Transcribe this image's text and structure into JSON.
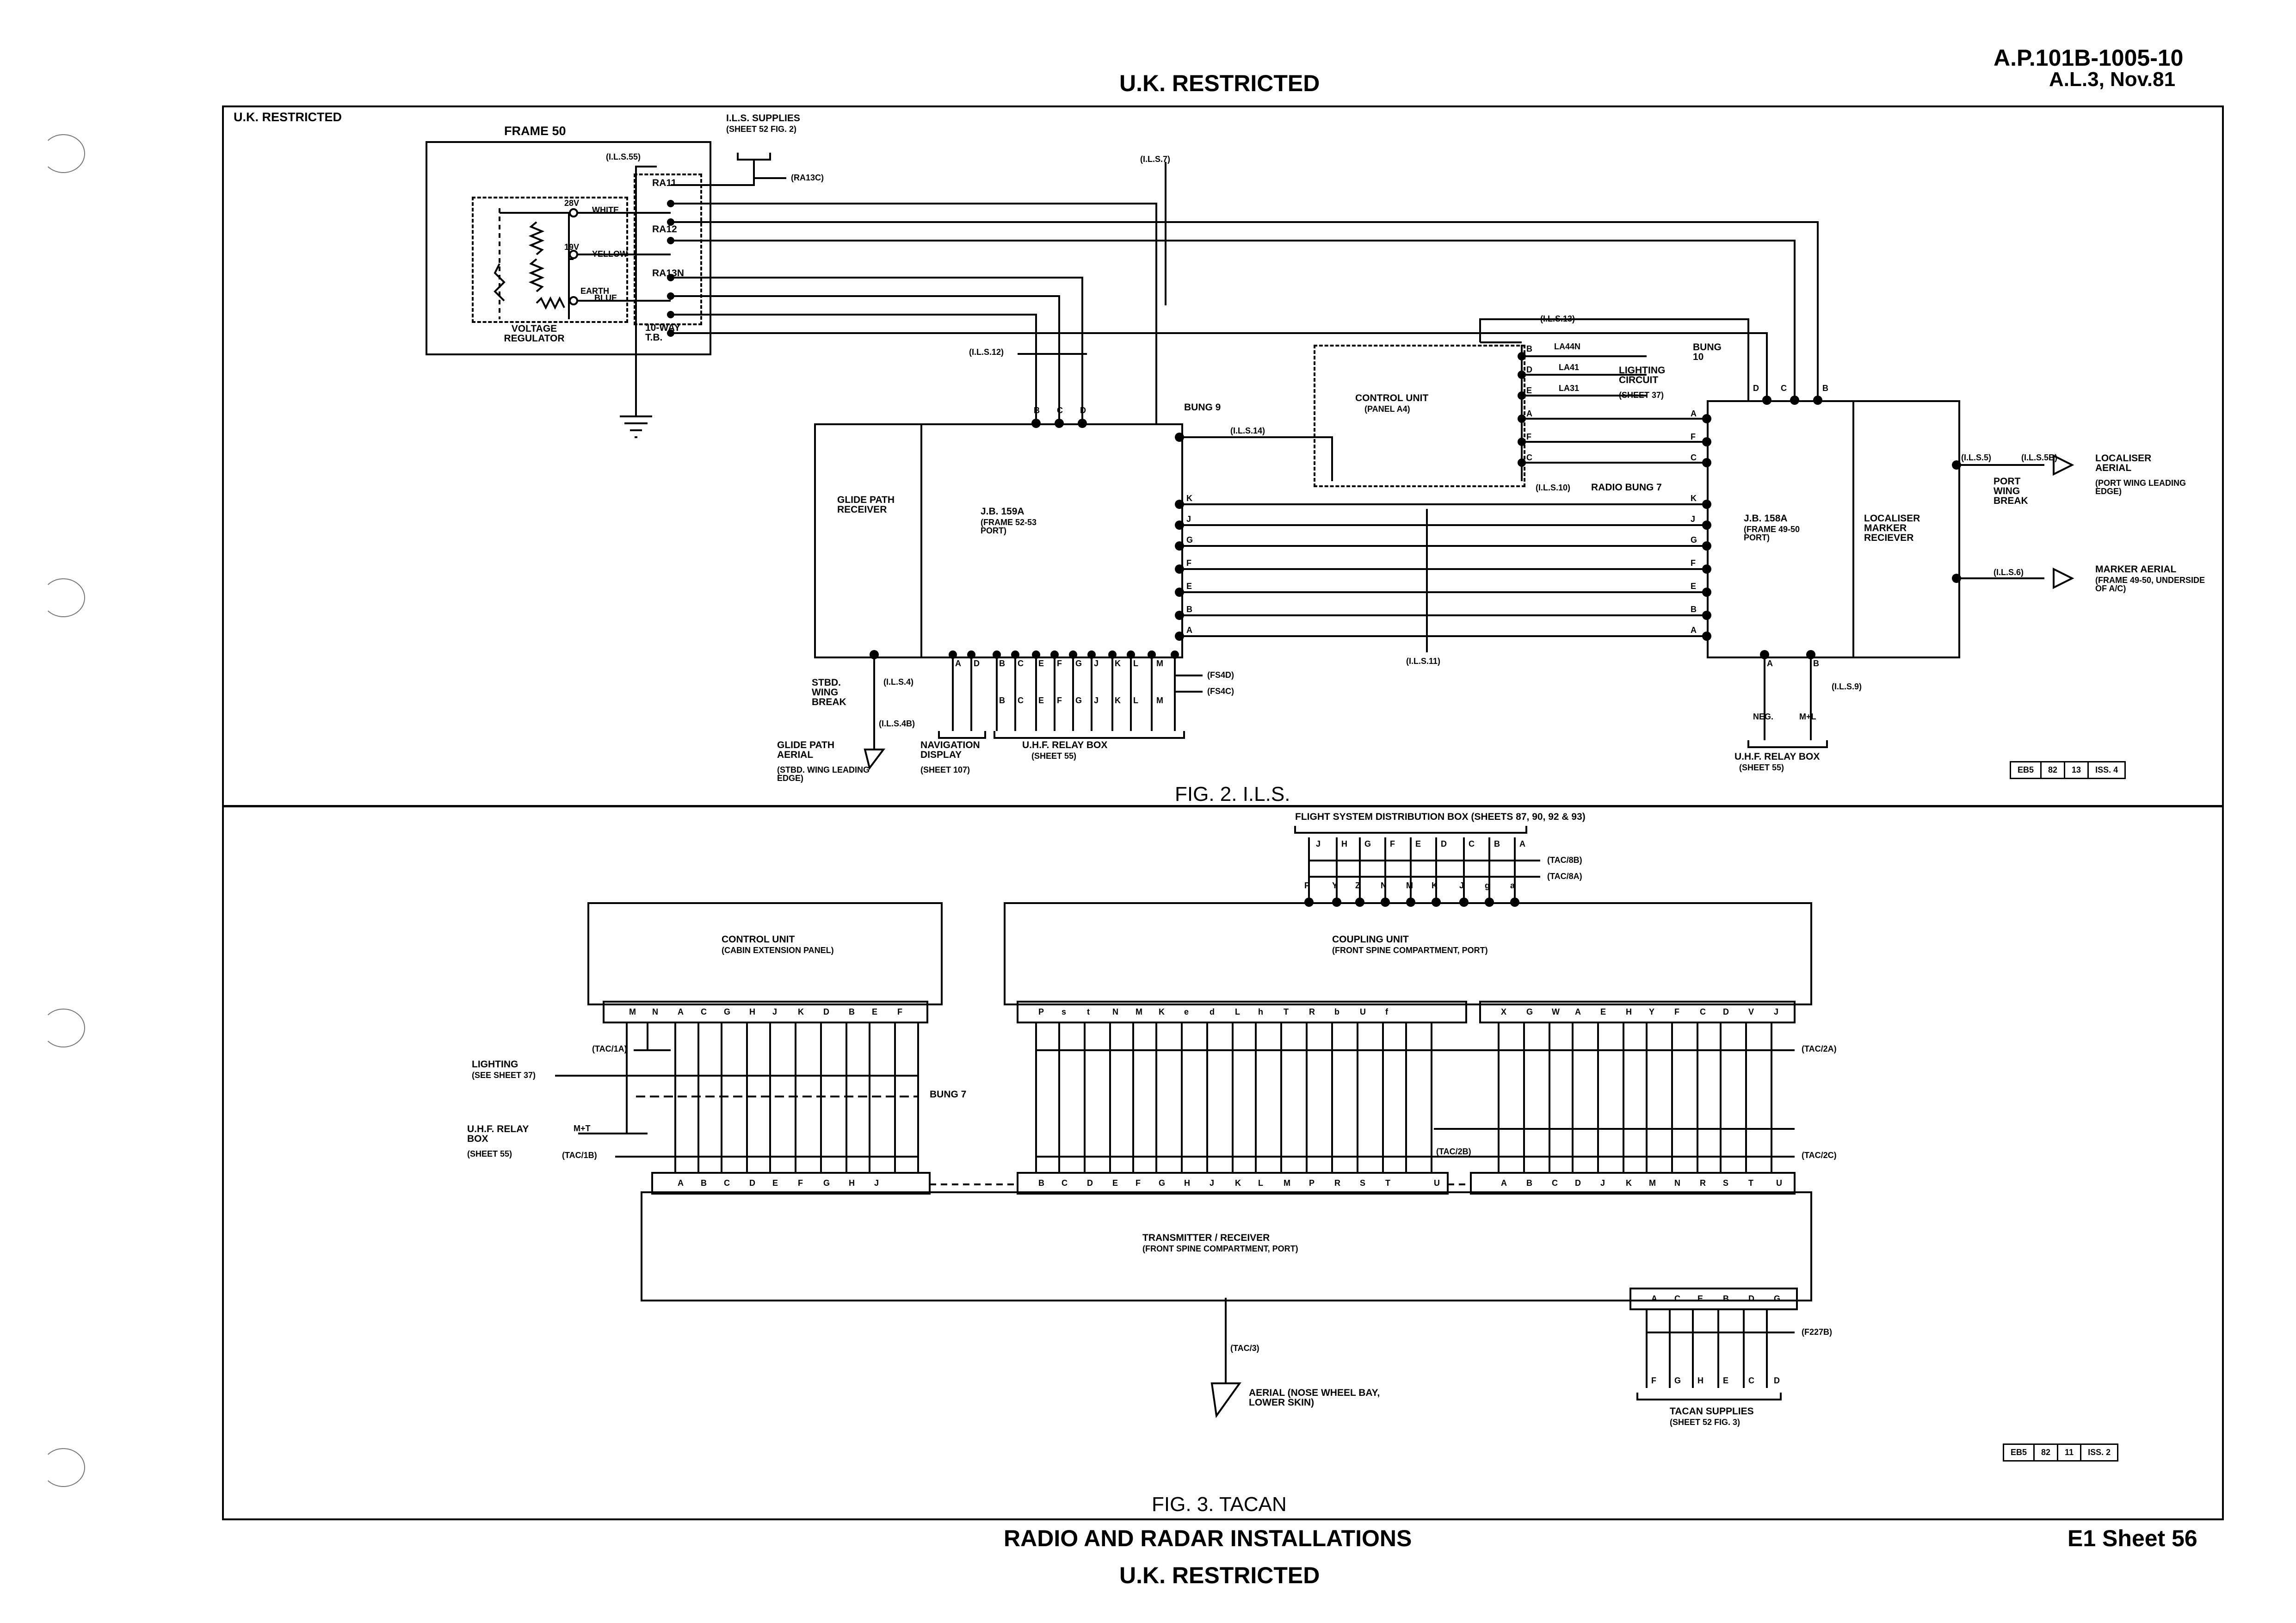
{
  "header": {
    "security_top": "U.K. RESTRICTED",
    "doc_ref": "A.P.101B-1005-10",
    "amendment": "A.L.3, Nov.81",
    "frame_marking": "U.K. RESTRICTED"
  },
  "fig2": {
    "caption": "FIG. 2. I.L.S.",
    "frame50": "FRAME 50",
    "ils_supplies": "I.L.S. SUPPLIES",
    "ils_supplies_ref": "(SHEET 52 FIG. 2)",
    "ra13c": "(RA13C)",
    "ils55": "(I.L.S.55)",
    "ils7": "(I.L.S.7)",
    "ra11": "RA11",
    "ra12": "RA12",
    "ra13n": "RA13N",
    "v28": "28V",
    "v19": "19V",
    "white": "WHITE",
    "yellow": "YELLOW",
    "earth": "EARTH",
    "blue": "BLUE",
    "voltage_regulator": "VOLTAGE REGULATOR",
    "tb": "10-WAY T.B.",
    "ils12": "(I.L.S.12)",
    "ils13": "(I.L.S.13)",
    "ils14": "(I.L.S.14)",
    "ils10": "(I.L.S.10)",
    "ils11": "(I.L.S.11)",
    "ils5": "(I.L.S.5)",
    "ils5b": "(I.L.S.5B)",
    "ils6": "(I.L.S.6)",
    "ils9": "(I.L.S.9)",
    "ils4": "(I.L.S.4)",
    "ils4b": "(I.L.S.4B)",
    "bung9": "BUNG 9",
    "bung10": "BUNG 10",
    "radio_bung7": "RADIO BUNG 7",
    "control_unit": "CONTROL UNIT",
    "control_unit_sub": "(PANEL A4)",
    "la44n": "LA44N",
    "la41": "LA41",
    "la31": "LA31",
    "lighting_circuit": "LIGHTING CIRCUIT",
    "lighting_circuit_ref": "(SHEET 37)",
    "gpr": "GLIDE PATH RECEIVER",
    "jb159a": "J.B. 159A",
    "jb159a_sub": "(FRAME 52-53 PORT)",
    "jb158a": "J.B. 158A",
    "jb158a_sub": "(FRAME 49-50 PORT)",
    "lmr": "LOCALISER MARKER RECIEVER",
    "loc_aerial": "LOCALISER AERIAL",
    "loc_aerial_sub": "(PORT WING LEADING EDGE)",
    "port_wing_break": "PORT WING BREAK",
    "marker_aerial": "MARKER AERIAL",
    "marker_aerial_sub": "(FRAME 49-50, UNDERSIDE OF A/C)",
    "stbd_wing_break": "STBD. WING BREAK",
    "gp_aerial": "GLIDE PATH AERIAL",
    "gp_aerial_sub": "(STBD. WING LEADING EDGE)",
    "nav_display": "NAVIGATION DISPLAY",
    "nav_display_ref": "(SHEET 107)",
    "uhf_relay_box": "U.H.F. RELAY BOX",
    "uhf_relay_ref": "(SHEET 55)",
    "fs4d": "(FS4D)",
    "fs4c": "(FS4C)",
    "neg": "NEG.",
    "m_plus_l": "M+L",
    "uhf_relay_box_2": "U.H.F. RELAY BOX",
    "uhf_relay_ref_2": "(SHEET 55)",
    "jb159_top_pins": [
      "B",
      "C",
      "D"
    ],
    "jb158_top_pins": [
      "D",
      "C",
      "B"
    ],
    "cu_pins": [
      "B",
      "D",
      "E",
      "A",
      "F",
      "C"
    ],
    "bus_pins": [
      "K",
      "J",
      "G",
      "F",
      "E",
      "B",
      "A"
    ],
    "jb159_bottom_pins": [
      "A",
      "D",
      "B",
      "C",
      "E",
      "F",
      "G",
      "J",
      "K",
      "L",
      "M"
    ],
    "uhf_pins": [
      "B",
      "C",
      "E",
      "F",
      "G",
      "J",
      "K",
      "L",
      "M"
    ],
    "jb158_bottom_pins": [
      "A",
      "B"
    ],
    "ref_box": [
      "EB5",
      "82",
      "13",
      "ISS. 4"
    ]
  },
  "fig3": {
    "caption": "FIG. 3. TACAN",
    "fsdb": "FLIGHT SYSTEM DISTRIBUTION BOX (SHEETS 87, 90, 92 & 93)",
    "fsdb_top_pins": [
      "J",
      "H",
      "G",
      "F",
      "E",
      "D",
      "C",
      "B",
      "A"
    ],
    "fsdb_bottom_pins": [
      "P",
      "Y",
      "Z",
      "N",
      "M",
      "K",
      "J",
      "g",
      "a"
    ],
    "tac8b": "(TAC/8B)",
    "tac8a": "(TAC/8A)",
    "control_unit": "CONTROL UNIT",
    "control_unit_sub": "(CABIN EXTENSION PANEL)",
    "coupling_unit": "COUPLING UNIT",
    "coupling_unit_sub": "(FRONT SPINE COMPARTMENT, PORT)",
    "cu_top_pins": [
      "M",
      "N",
      "A",
      "C",
      "G",
      "H",
      "J",
      "K",
      "D",
      "B",
      "E",
      "F"
    ],
    "cp_top_pins_1": [
      "P",
      "s",
      "t",
      "N",
      "M",
      "K",
      "e",
      "d",
      "L",
      "h",
      "T",
      "R",
      "b",
      "U",
      "f"
    ],
    "cp_top_pins_2": [
      "X",
      "G",
      "W",
      "A",
      "E",
      "H",
      "Y",
      "F",
      "C",
      "D",
      "V",
      "J"
    ],
    "tac1a": "(TAC/1A)",
    "tac1b": "(TAC/1B)",
    "tac2a": "(TAC/2A)",
    "tac2b": "(TAC/2B)",
    "tac2c": "(TAC/2C)",
    "lighting": "LIGHTING",
    "lighting_ref": "(SEE SHEET 37)",
    "uhf_relay_box": "U.H.F. RELAY BOX",
    "uhf_relay_ref": "(SHEET 55)",
    "m_plus_t": "M+T",
    "bung7": "BUNG 7",
    "tr_pins_1": [
      "A",
      "B",
      "C",
      "D",
      "E",
      "F",
      "G",
      "H",
      "J"
    ],
    "tr_pins_2": [
      "B",
      "C",
      "D",
      "E",
      "F",
      "G",
      "H",
      "J",
      "K",
      "L",
      "M",
      "P",
      "R",
      "S",
      "T",
      "U"
    ],
    "tr_pins_3": [
      "A",
      "B",
      "C",
      "D",
      "J",
      "K",
      "M",
      "N",
      "R",
      "S",
      "T",
      "U"
    ],
    "transmitter_receiver": "TRANSMITTER / RECEIVER",
    "transmitter_receiver_sub": "(FRONT SPINE COMPARTMENT, PORT)",
    "tacan_top_pins": [
      "A",
      "C",
      "E",
      "B",
      "D",
      "G"
    ],
    "tacan_bottom_pins": [
      "F",
      "G",
      "H",
      "E",
      "C",
      "D"
    ],
    "f227b": "(F227B)",
    "tacan_supplies": "TACAN SUPPLIES",
    "tacan_supplies_ref": "(SHEET 52 FIG. 3)",
    "tac3": "(TAC/3)",
    "aerial": "AERIAL (NOSE WHEEL BAY, LOWER SKIN)",
    "ref_box": [
      "EB5",
      "82",
      "11",
      "ISS. 2"
    ]
  },
  "footer": {
    "title": "RADIO AND RADAR INSTALLATIONS",
    "security_bottom": "U.K. RESTRICTED",
    "sheet": "E1 Sheet 56"
  }
}
